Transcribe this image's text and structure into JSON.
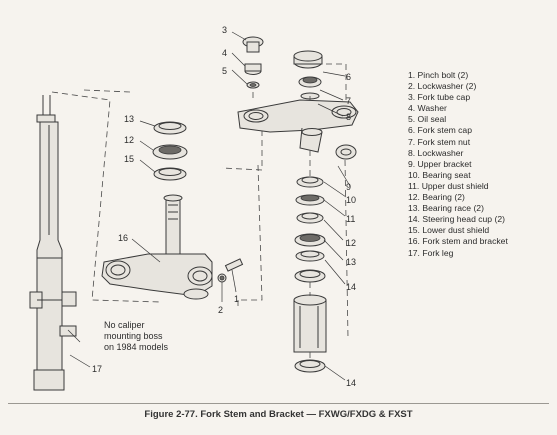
{
  "legend": [
    "1. Pinch bolt (2)",
    "2. Lockwasher (2)",
    "3. Fork tube cap",
    "4. Washer",
    "5. Oil seal",
    "6. Fork stem cap",
    "7. Fork stem nut",
    "8. Lockwasher",
    "9. Upper bracket",
    "10. Bearing seat",
    "11. Upper dust shield",
    "12. Bearing (2)",
    "13. Bearing race (2)",
    "14. Steering head cup (2)",
    "15. Lower dust shield",
    "16. Fork stem and bracket",
    "17. Fork leg"
  ],
  "callouts": {
    "c1": "1",
    "c2": "2",
    "c3": "3",
    "c4": "4",
    "c5": "5",
    "c6": "6",
    "c7": "7",
    "c8": "8",
    "c9": "9",
    "c10": "10",
    "c11": "11",
    "c12": "12",
    "c13a": "13",
    "c13b": "13",
    "c14a": "14",
    "c14b": "14",
    "c15": "15",
    "c16": "16",
    "c17": "17"
  },
  "note": {
    "line1": "No caliper",
    "line2": "mounting boss",
    "line3": "on 1984 models"
  },
  "caption": "Figure 2-77. Fork Stem and Bracket — FXWG/FXDG & FXST"
}
